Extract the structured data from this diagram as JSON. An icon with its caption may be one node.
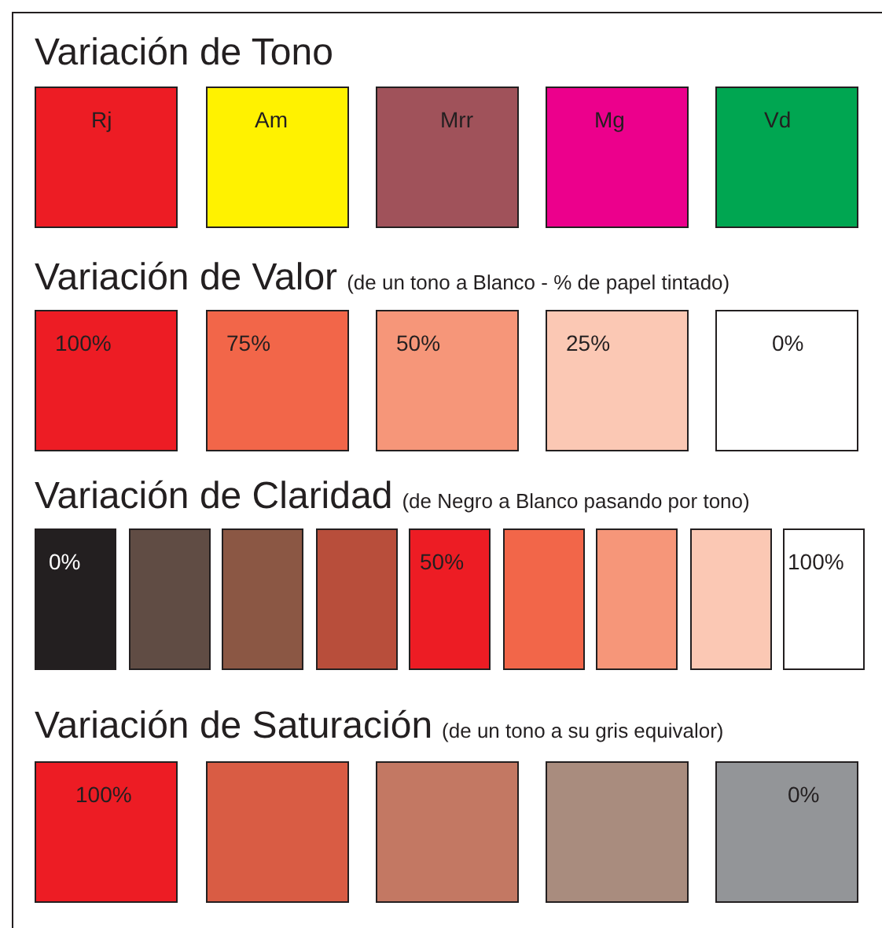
{
  "diagram": {
    "nodes": [
      {
        "text": [
          "Rj"
        ]
      },
      {
        "text": [
          "Am"
        ]
      },
      {
        "text": [
          "Mrr"
        ]
      },
      {
        "text": [
          "Mg"
        ]
      },
      {
        "text": [
          "Vd"
        ]
      },
      {
        "text": [
          "100%"
        ]
      },
      {
        "text": [
          "75%"
        ]
      },
      {
        "text": [
          "50%"
        ]
      },
      {
        "text": [
          "25%"
        ]
      },
      {
        "text": [
          "0%"
        ]
      },
      {
        "text": [
          "0%"
        ]
      },
      {
        "text": [],
        "shape": "box"
      },
      {
        "text": [],
        "shape": "box"
      },
      {
        "text": [],
        "shape": "box"
      },
      {
        "text": [
          "50%"
        ]
      },
      {
        "text": [],
        "shape": "box"
      },
      {
        "text": [],
        "shape": "box"
      },
      {
        "text": [],
        "shape": "box"
      },
      {
        "text": [
          "100%"
        ]
      },
      {
        "text": [
          "100%"
        ]
      },
      {
        "text": [],
        "shape": "box"
      },
      {
        "text": [],
        "shape": "box"
      },
      {
        "text": [],
        "shape": "box"
      },
      {
        "text": [
          "0%"
        ]
      }
    ],
    "labels": [
      "Variación de Tono",
      "Variación de Valor",
      "(de un tono a Blanco - % de papel tintado)",
      "Variación de Claridad",
      "(de Negro a Blanco pasando por tono)",
      "Variación de Saturación",
      "(de un tono a su gris equivalor)"
    ]
  }
}
